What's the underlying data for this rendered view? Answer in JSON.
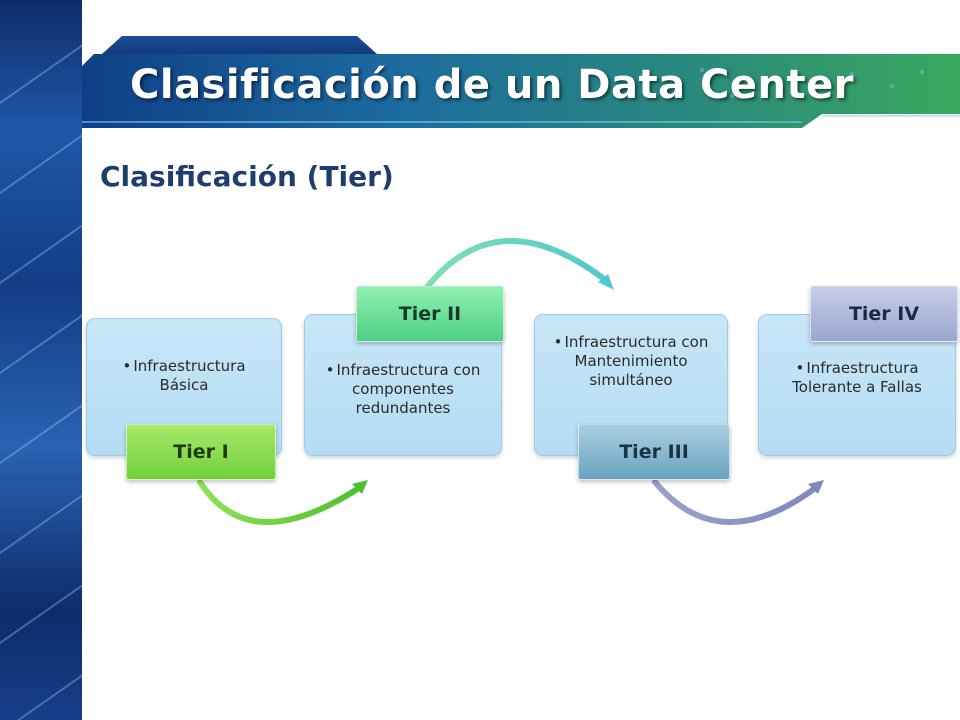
{
  "slide": {
    "title": "Clasificación de un Data Center",
    "subtitle": "Clasificación (Tier)"
  },
  "tiers": [
    {
      "label": "Tier I",
      "description": "Infraestructura Básica"
    },
    {
      "label": "Tier II",
      "description": "Infraestructura con componentes redundantes"
    },
    {
      "label": "Tier III",
      "description": "Infraestructura con Mantenimiento simultáneo"
    },
    {
      "label": "Tier IV",
      "description": "Infraestructura Tolerante a Fallas"
    }
  ],
  "bullet_symbol": "•",
  "colors": {
    "title_band": "#1b6aa0",
    "title_accent": "#3dbd6a",
    "card_fill": "#bfe2f5",
    "tier_1": "#7fd645",
    "tier_2": "#5fd894",
    "tier_3": "#79adc6",
    "tier_4": "#a3acd3",
    "subtitle_text": "#1f3e6e"
  }
}
